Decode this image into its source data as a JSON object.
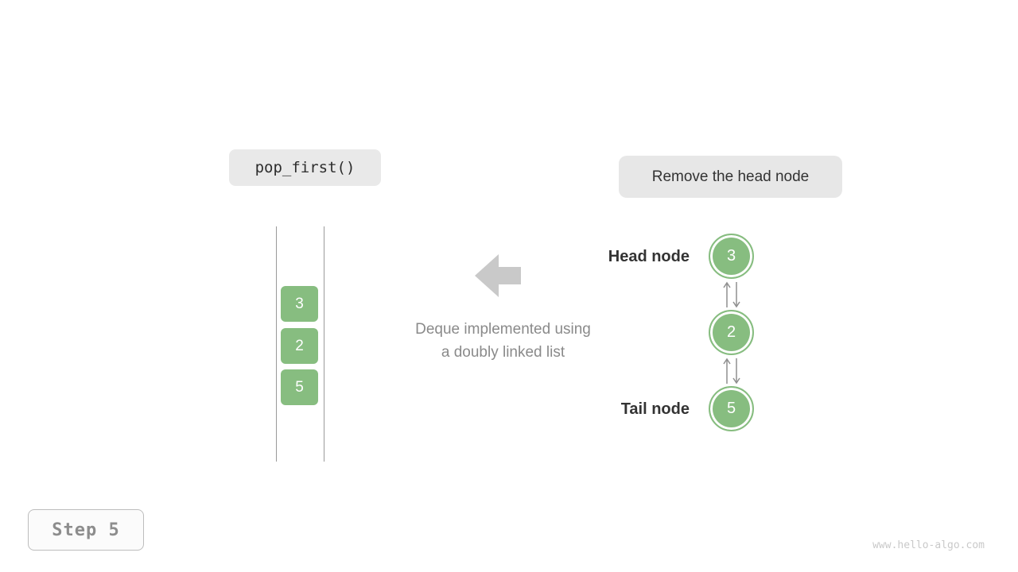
{
  "operation": {
    "code_label": "pop_first()",
    "description": "Remove the head node"
  },
  "caption": {
    "line1": "Deque implemented using",
    "line2": "a doubly linked list"
  },
  "stack": {
    "items": [
      "3",
      "2",
      "5"
    ]
  },
  "linked_list": {
    "head_label": "Head node",
    "tail_label": "Tail node",
    "nodes": [
      "3",
      "2",
      "5"
    ]
  },
  "footer": {
    "step_label": "Step 5",
    "watermark": "www.hello-algo.com"
  },
  "colors": {
    "node_green": "#87bd80",
    "box_gray": "#e8e8e8",
    "big_arrow_gray": "#c9c9c9",
    "connector_gray": "#8f8f8f",
    "text_dark": "#333333",
    "caption_gray": "#8a8a8a"
  }
}
